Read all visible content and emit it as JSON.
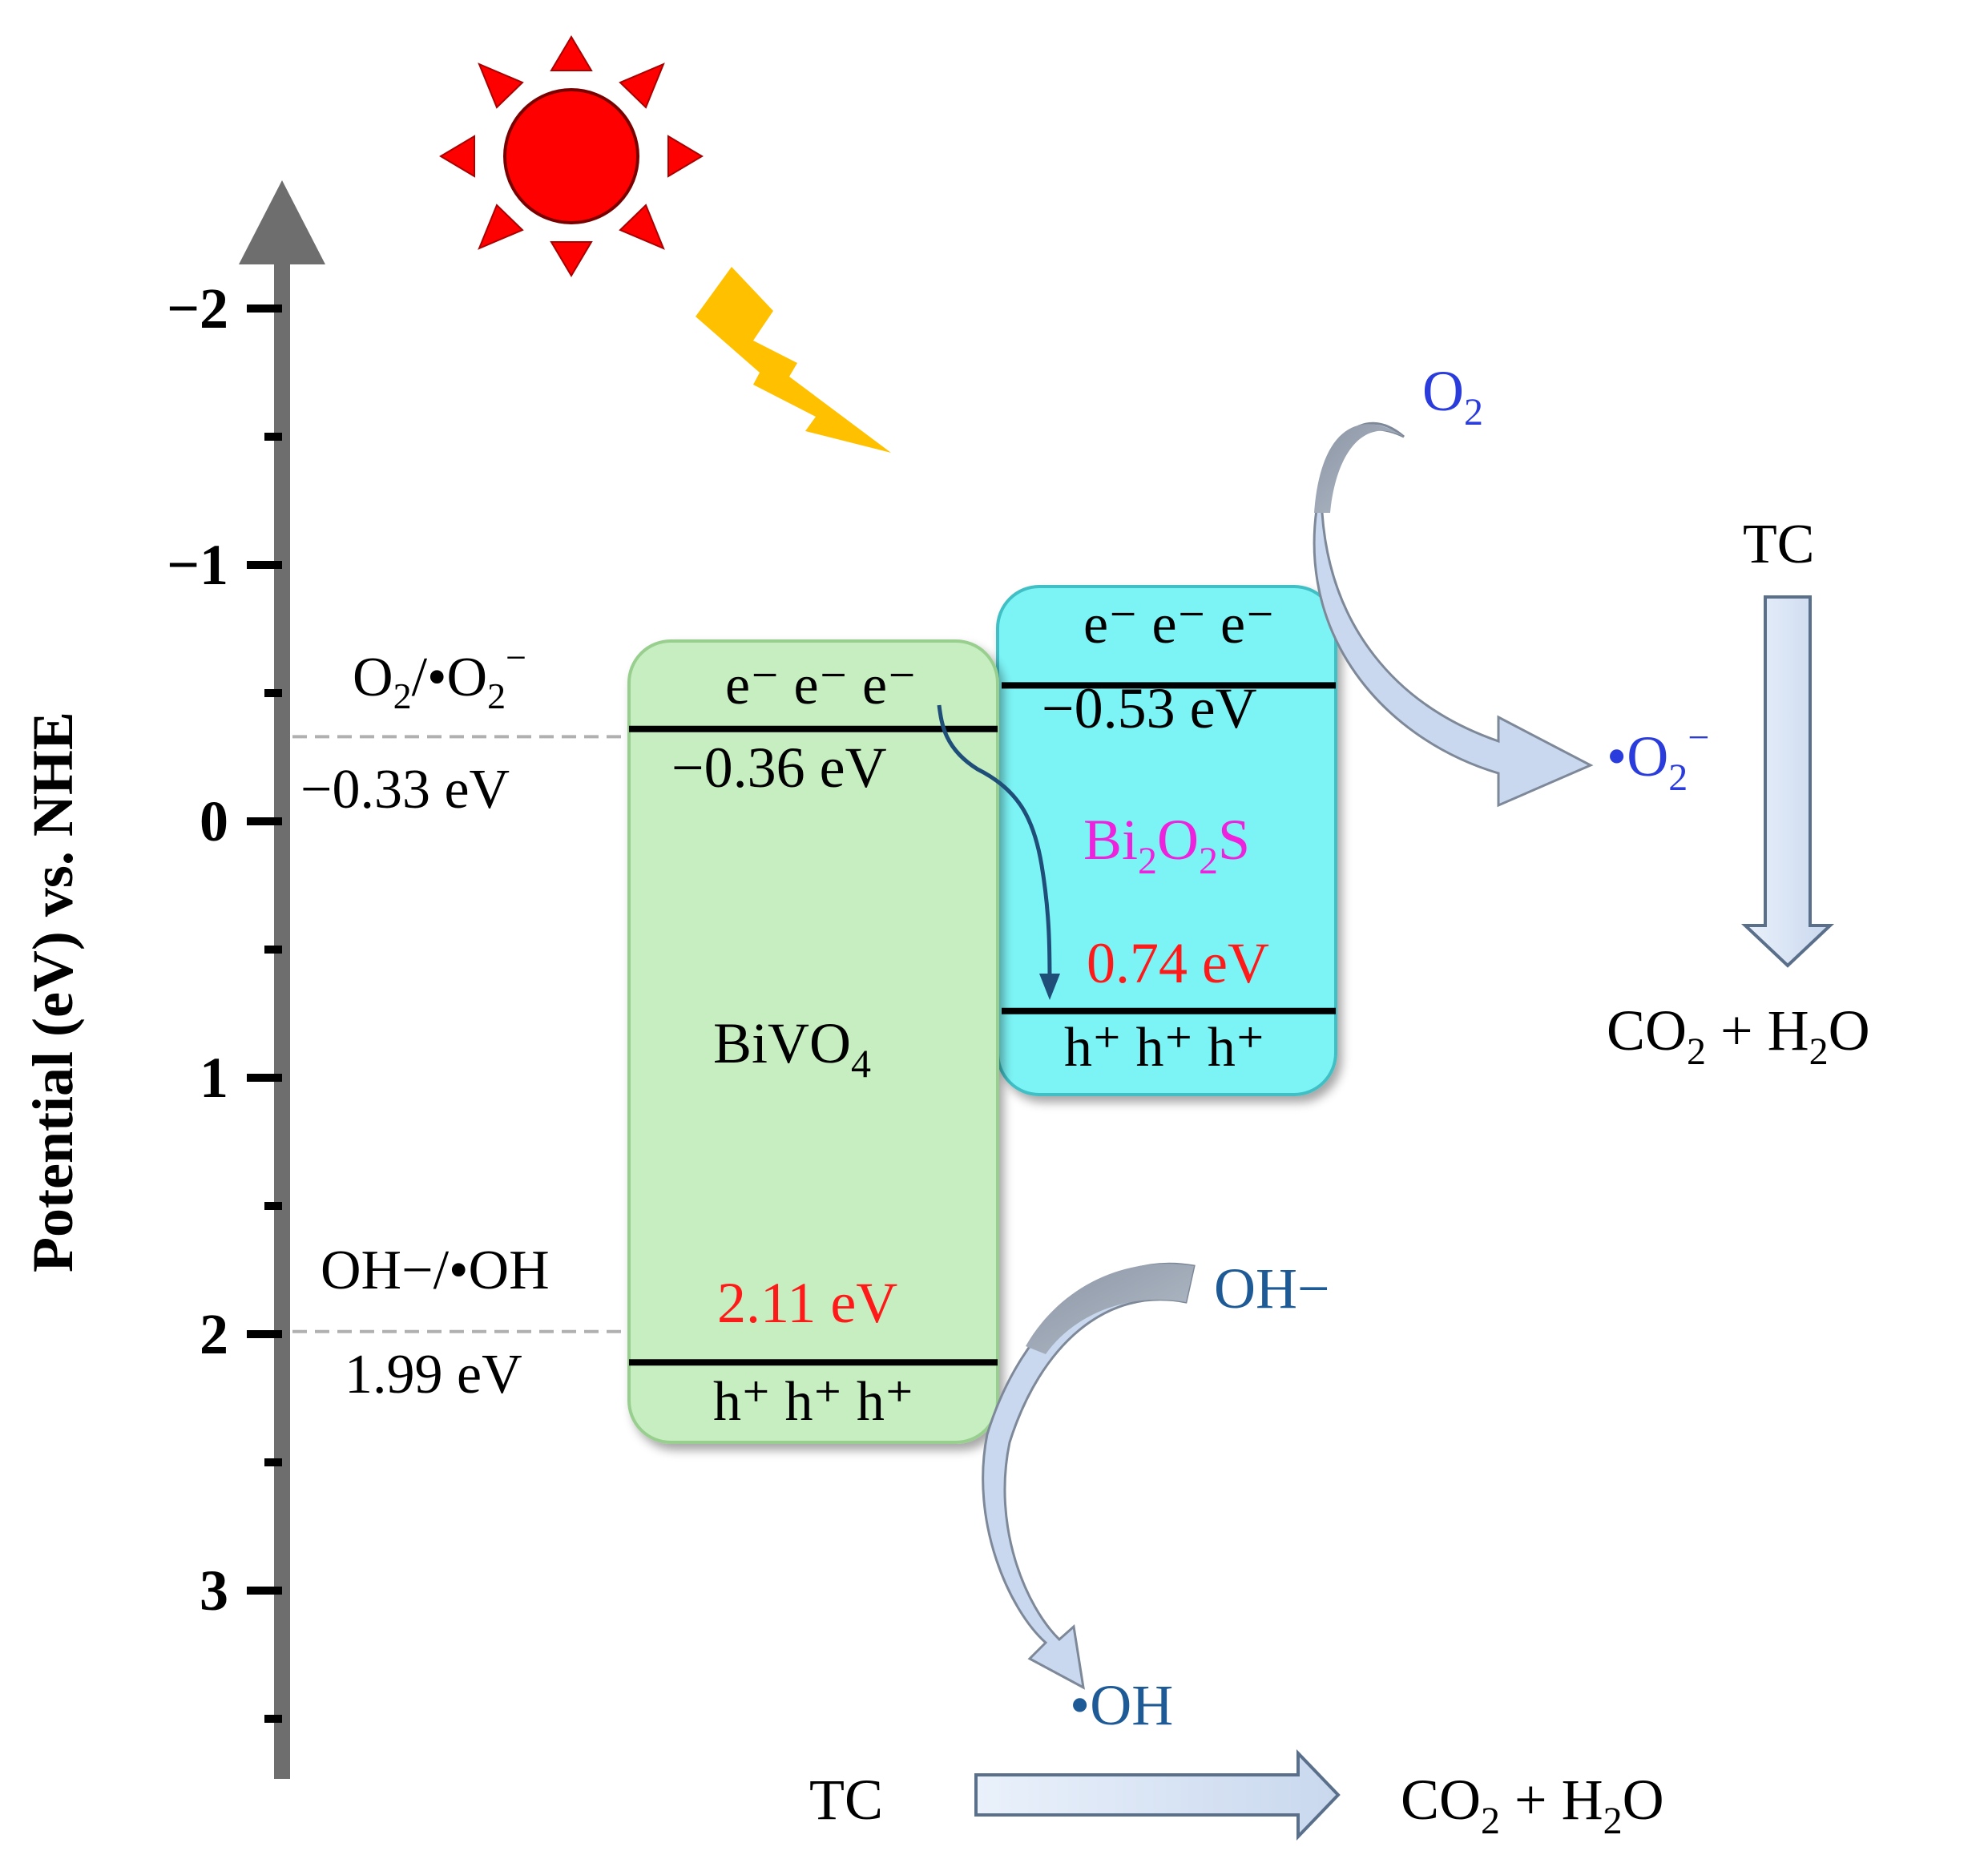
{
  "axis": {
    "label": "Potential (eV) vs. NHE",
    "ticks": [
      {
        "value": -2,
        "label": "−2"
      },
      {
        "value": -1,
        "label": "−1"
      },
      {
        "value": 0,
        "label": "0"
      },
      {
        "value": 1,
        "label": "1"
      },
      {
        "value": 2,
        "label": "2"
      },
      {
        "value": 3,
        "label": "3"
      }
    ]
  },
  "redox": {
    "o2": {
      "couple_pre": "O",
      "couple_sub": "2",
      "couple_mid": "/•O",
      "couple_sub2": "2",
      "couple_sup": "−",
      "potential": -0.33,
      "potential_label": "−0.33 eV"
    },
    "oh": {
      "couple": "OH−/•OH",
      "potential": 1.99,
      "potential_label": "1.99 eV"
    }
  },
  "bivo4": {
    "name_main": "BiVO",
    "name_sub": "4",
    "cb": -0.36,
    "cb_label": "−0.36 eV",
    "vb": 2.11,
    "vb_label": "2.11 eV",
    "electrons": "e⁻ e⁻ e⁻",
    "holes": "h⁺ h⁺ h⁺",
    "color": "#c6eec0"
  },
  "bi2o2s": {
    "name_a": "Bi",
    "name_a_sub": "2",
    "name_b": "O",
    "name_b_sub": "2",
    "name_c": "S",
    "cb": -0.53,
    "cb_label": "−0.53 eV",
    "vb": 0.74,
    "vb_label": "0.74 eV",
    "electrons": "e⁻ e⁻ e⁻",
    "holes": "h⁺ h⁺ h⁺",
    "color": "#7cf4f6"
  },
  "reactions": {
    "o2": {
      "pre": "O",
      "sub": "2"
    },
    "superoxide": {
      "pre": "•O",
      "sub": "2",
      "sup": "−"
    },
    "tc_top": "TC",
    "product_top": {
      "a": "CO",
      "a_sub": "2",
      "mid": " + H",
      "b_sub": "2",
      "b": "O"
    },
    "hydroxide": "OH−",
    "hydroxyl": "•OH",
    "tc_bottom": "TC",
    "product_bottom": {
      "a": "CO",
      "a_sub": "2",
      "mid": " + H",
      "b_sub": "2",
      "b": "O"
    }
  },
  "colors": {
    "axis": "#6e6e6e",
    "sun": "#ff0000",
    "lightning": "#ffc000",
    "arrow_fill": "#d4e1f2",
    "arrow_gray": "#98a2b0",
    "transfer_arrow": "#1f4e79",
    "dashed": "#b0b0b0"
  }
}
